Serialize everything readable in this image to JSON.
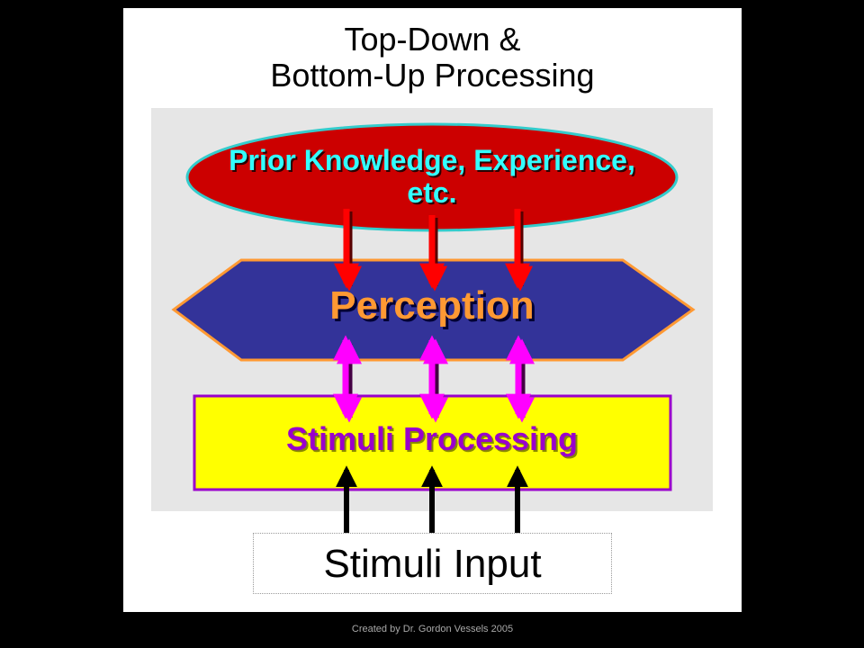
{
  "title": {
    "line1": "Top-Down &",
    "line2": "Bottom-Up Processing"
  },
  "nodes": {
    "prior_knowledge": "Prior Knowledge, Experience, etc.",
    "perception": "Perception",
    "stimuli_processing": "Stimuli Processing",
    "stimuli_input": "Stimuli Input"
  },
  "credit": "Created by Dr. Gordon Vessels 2005",
  "colors": {
    "background": "#000000",
    "slide": "#ffffff",
    "panel": "#e6e6e6",
    "prior_fill": "#cc0000",
    "prior_outline": "#33cccc",
    "prior_text": "#33ffff",
    "perception_fill": "#333399",
    "perception_outline": "#ff9933",
    "perception_text": "#ff9933",
    "stimuli_proc_fill": "#ffff00",
    "stimuli_proc_outline": "#9900cc",
    "stimuli_proc_text": "#9900cc",
    "arrow_top_down": "#ff0000",
    "arrow_bidirectional": "#ff00ff",
    "arrow_bottom_up": "#000000"
  },
  "edges": [
    {
      "from": "prior_knowledge",
      "to": "perception",
      "count": 3,
      "direction": "one-way",
      "color_key": "arrow_top_down"
    },
    {
      "from": "stimuli_processing",
      "to": "perception",
      "count": 3,
      "direction": "two-way",
      "color_key": "arrow_bidirectional"
    },
    {
      "from": "stimuli_input",
      "to": "stimuli_processing",
      "count": 3,
      "direction": "one-way",
      "color_key": "arrow_bottom_up"
    }
  ]
}
